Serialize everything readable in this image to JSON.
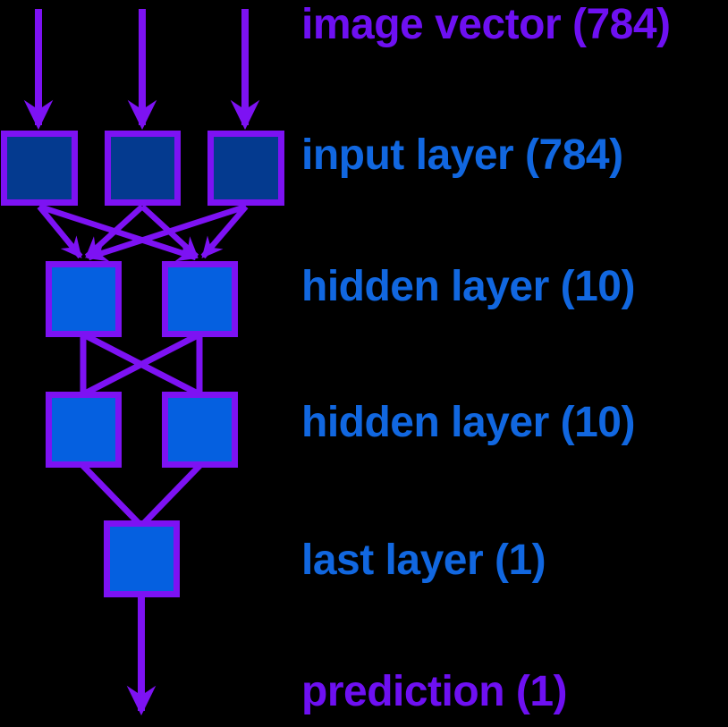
{
  "diagram_title": "neural network architecture (MNIST-style MLP)",
  "colors": {
    "background": "#000000",
    "arrow_and_border_purple": "#7d12f3",
    "purple_text": "#6e10f2",
    "blue_text": "#1167e0",
    "input_node_fill": "#043a8f",
    "hidden_node_fill": "#0560e0"
  },
  "labels": {
    "image_vector": {
      "text": "image vector (784)",
      "color": "purple"
    },
    "input_layer": {
      "text": "input layer (784)",
      "color": "blue"
    },
    "hidden_layer_1": {
      "text": "hidden layer (10)",
      "color": "blue"
    },
    "hidden_layer_2": {
      "text": "hidden layer (10)",
      "color": "blue"
    },
    "last_layer": {
      "text": "last layer (1)",
      "color": "blue"
    },
    "prediction": {
      "text": "prediction (1)",
      "color": "purple"
    }
  },
  "network": {
    "input_arrows_shown": 3,
    "layers": [
      {
        "name": "input layer",
        "nodes_shown": 3,
        "units": 784
      },
      {
        "name": "hidden layer",
        "nodes_shown": 2,
        "units": 10
      },
      {
        "name": "hidden layer",
        "nodes_shown": 2,
        "units": 10
      },
      {
        "name": "last layer",
        "nodes_shown": 1,
        "units": 1
      }
    ],
    "input_name": "image vector",
    "input_size": 784,
    "output_name": "prediction",
    "output_size": 1,
    "connections": "fully connected between successive shown layers"
  }
}
